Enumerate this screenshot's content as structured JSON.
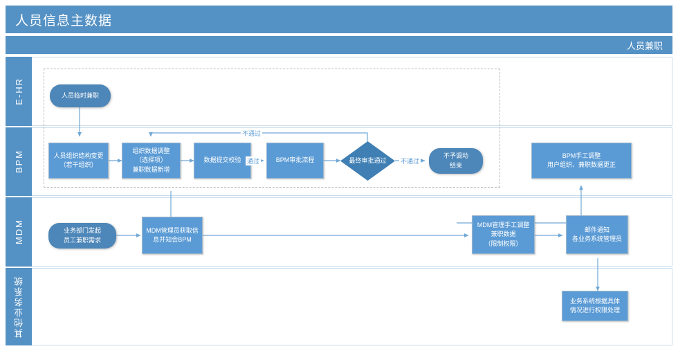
{
  "header": {
    "title": "人员信息主数据",
    "subtitle": "人员兼职"
  },
  "lanes": [
    {
      "id": "ehr",
      "label": "E-HR"
    },
    {
      "id": "bpm",
      "label": "BPM"
    },
    {
      "id": "mdm",
      "label": "MDM"
    },
    {
      "id": "other",
      "label": "其他业务系统"
    }
  ],
  "nodes": {
    "ehr_start": "人员临时兼职",
    "bpm_org_change": "人员组织结构变更\n（若干组织）",
    "bpm_org_adjust": "组织数据调整\n（选择项）\n兼职数据新增",
    "bpm_validate": "数据提交校验",
    "bpm_approval": "BPM审批流程",
    "bpm_decision": "最终审批通过",
    "bpm_end": "不予调动\n结束",
    "bpm_manual": "BPM手工调整\n用户组织、兼职数据更正",
    "mdm_start": "业务部门发起\n员工兼职需求",
    "mdm_admin": "MDM管理员获取信\n息并知会BPM",
    "mdm_manual": "MDM管理手工调整\n兼职数据\n（限制权限）",
    "mdm_mail": "邮件通知\n各业务系统管理员",
    "other_handle": "业务系统根据具体\n情况进行权限处理"
  },
  "edge_labels": {
    "reject_loop": "不通过",
    "validate_pass": "通过",
    "final_reject": "不通过"
  },
  "colors": {
    "brand": "#5491c4",
    "node_fill": "#5b9bd5",
    "pill_fill": "#4d86b8",
    "diamond_fill": "#3f7fb4",
    "connector": "#6fa8d6",
    "lane_border": "#c9dcec",
    "dash_border": "#b9b9b9"
  }
}
